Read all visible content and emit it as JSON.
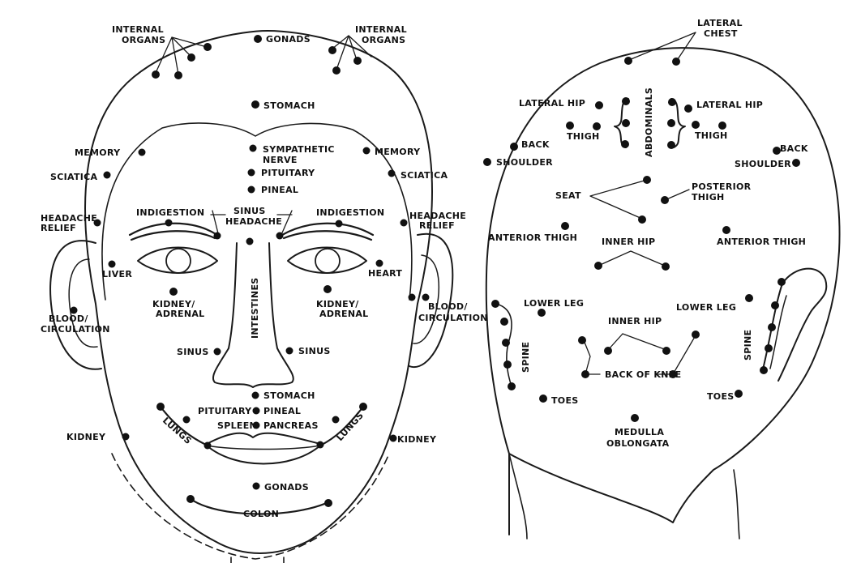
{
  "colors": {
    "ink": "#1a1a1a",
    "paper": "#ffffff"
  },
  "front_labels": {
    "internal_organs_1": "INTERNAL",
    "internal_organs_2": "ORGANS",
    "gonads": "GONADS",
    "stomach": "STOMACH",
    "memory": "MEMORY",
    "sympathetic_1": "SYMPATHETIC",
    "sympathetic_2": "NERVE",
    "sciatica": "SCIATICA",
    "pituitary": "PITUITARY",
    "pineal": "PINEAL",
    "headache_relief_l1": "HEADACHE",
    "headache_relief_l2": "RELIEF",
    "indigestion": "INDIGESTION",
    "sinus_headache_1": "SINUS",
    "sinus_headache_2": "HEADACHE",
    "headache_relief_r1": "HEADACHE",
    "headache_relief_r2": "RELIEF",
    "liver": "LIVER",
    "heart": "HEART",
    "intestines": "INTESTINES",
    "kidney_adrenal_1": "KIDNEY/",
    "kidney_adrenal_2": "ADRENAL",
    "blood_circ_1": "BLOOD/",
    "blood_circ_2": "CIRCULATION",
    "sinus": "SINUS",
    "stomach_low": "STOMACH",
    "pituitary_low": "PITUITARY",
    "pineal_low": "PINEAL",
    "spleen": "SPLEEN",
    "pancreas": "PANCREAS",
    "lungs": "LUNGS",
    "kidney": "KIDNEY",
    "gonads_low": "GONADS",
    "colon": "COLON"
  },
  "back_labels": {
    "lateral_chest_1": "LATERAL",
    "lateral_chest_2": "CHEST",
    "lateral_hip": "LATERAL HIP",
    "abdominals": "ABDOMINALS",
    "thigh": "THIGH",
    "back": "BACK",
    "shoulder": "SHOULDER",
    "seat": "SEAT",
    "posterior_thigh_1": "POSTERIOR",
    "posterior_thigh_2": "THIGH",
    "anterior_thigh": "ANTERIOR THIGH",
    "inner_hip": "INNER HIP",
    "lower_leg": "LOWER LEG",
    "spine": "SPINE",
    "back_of_knee": "BACK OF KNEE",
    "toes": "TOES",
    "medulla_1": "MEDULLA",
    "medulla_2": "OBLONGATA"
  }
}
